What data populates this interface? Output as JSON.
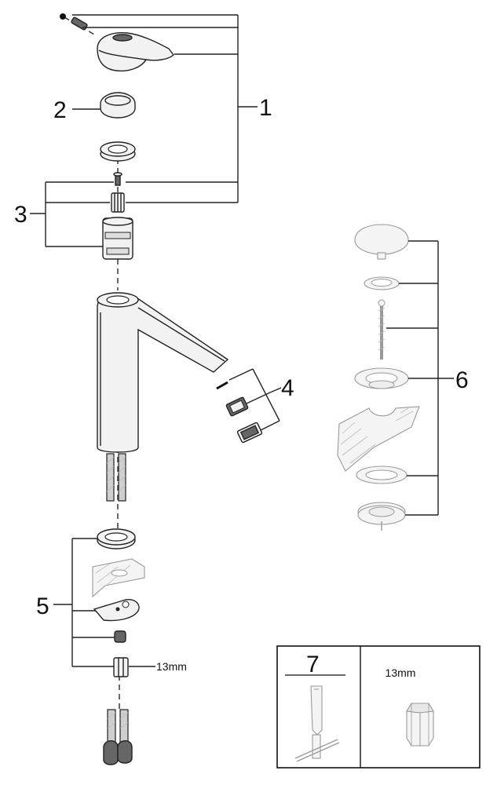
{
  "labels": {
    "p1": "1",
    "p2": "2",
    "p3": "3",
    "p4": "4",
    "p5": "5",
    "p6": "6",
    "p7": "7",
    "wrench_size": "13mm",
    "tool_size": "13mm"
  },
  "colors": {
    "line": "#222222",
    "part_fill": "#f2f2f2",
    "ghost_fill": "#f4f4f4"
  }
}
